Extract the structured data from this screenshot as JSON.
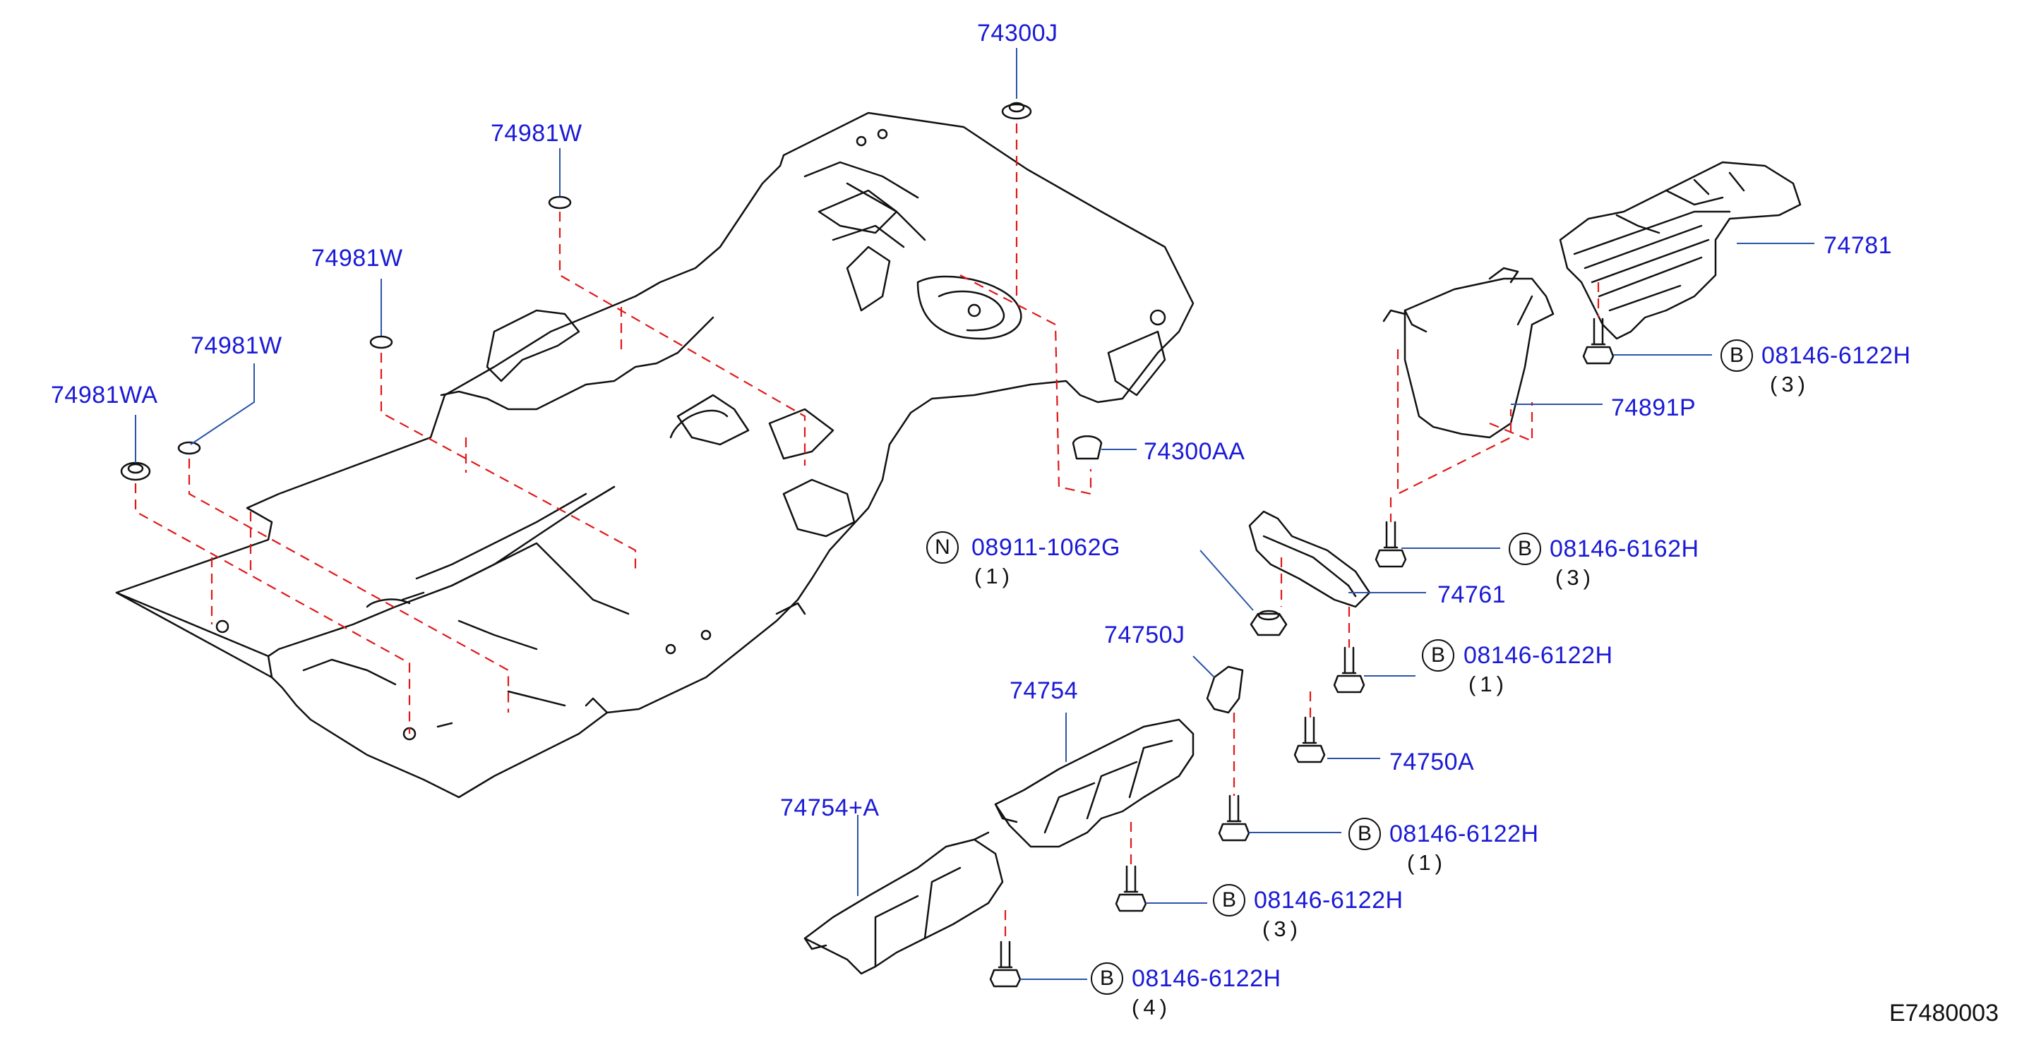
{
  "figure_id": "E7480003",
  "colors": {
    "label": "#1a1ad6",
    "leader": "#2a55a8",
    "dash": "#e01818",
    "outline": "#111111"
  },
  "parts": {
    "p74300J": "74300J",
    "p74981W_a": "74981W",
    "p74981W_b": "74981W",
    "p74981W_c": "74981W",
    "p74981WA": "74981WA",
    "p74300AA": "74300AA",
    "p74781": "74781",
    "p74891P": "74891P",
    "p74761": "74761",
    "p74750J": "74750J",
    "p74754": "74754",
    "p74754A": "74754+A",
    "p74750A": "74750A"
  },
  "fasteners": [
    {
      "symbol": "B",
      "part": "08146-6122H",
      "qty": "(3)"
    },
    {
      "symbol": "N",
      "part": "08911-1062G",
      "qty": "(1)"
    },
    {
      "symbol": "B",
      "part": "08146-6162H",
      "qty": "(3)"
    },
    {
      "symbol": "B",
      "part": "08146-6122H",
      "qty": "(1)"
    },
    {
      "symbol": "B",
      "part": "08146-6122H",
      "qty": "(1)"
    },
    {
      "symbol": "B",
      "part": "08146-6122H",
      "qty": "(3)"
    },
    {
      "symbol": "B",
      "part": "08146-6122H",
      "qty": "(4)"
    }
  ]
}
